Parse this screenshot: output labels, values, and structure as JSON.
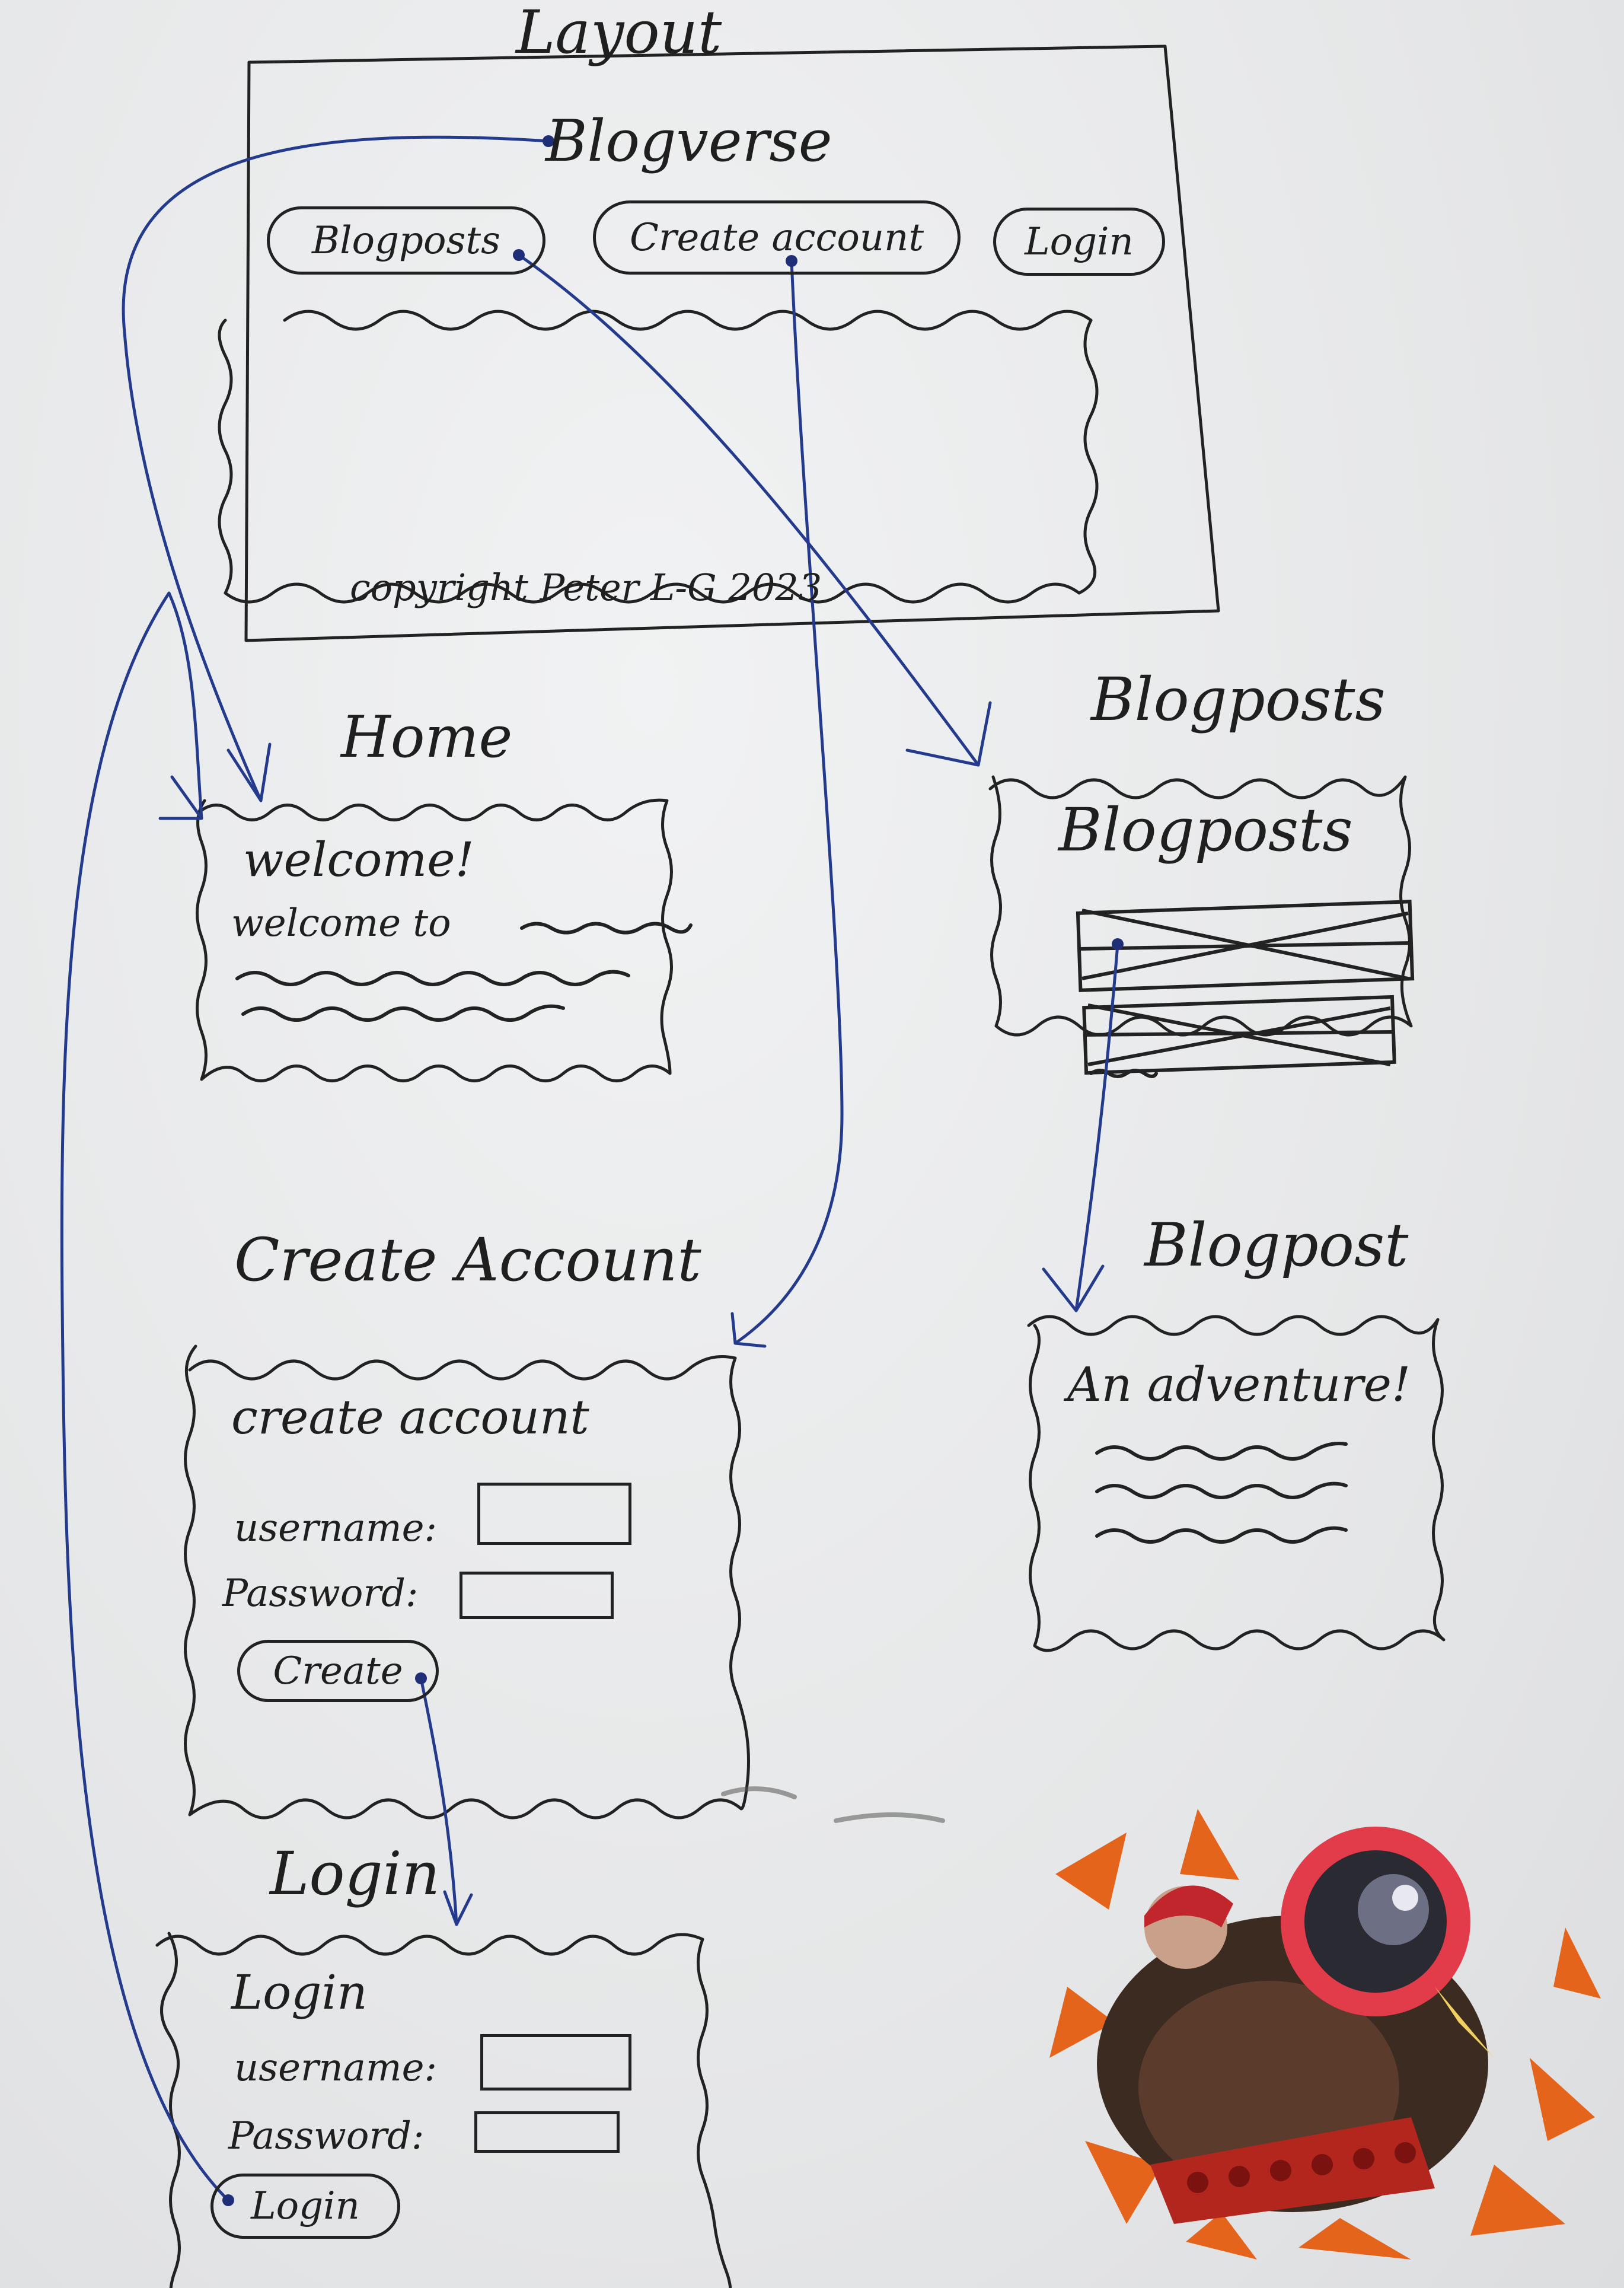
{
  "layout": {
    "frame_title": "Layout",
    "site_title": "Blogverse",
    "nav": [
      "Blogposts",
      "Create account",
      "Login"
    ],
    "footer": "copyright Peter L-G 2023"
  },
  "home": {
    "frame_title": "Home",
    "heading": "welcome!",
    "line": "welcome to"
  },
  "blogposts": {
    "frame_title": "Blogposts",
    "heading": "Blogposts"
  },
  "blogpost": {
    "frame_title": "Blogpost",
    "heading": "An adventure!"
  },
  "create_account": {
    "frame_title": "Create Account",
    "heading": "create account",
    "username_label": "username:",
    "password_label": "Password:",
    "button": "Create"
  },
  "login": {
    "frame_title": "Login",
    "heading": "Login",
    "username_label": "username:",
    "password_label": "Password:",
    "button": "Login"
  },
  "colors": {
    "ink": "#1f1f1f",
    "arrow": "#1e3a8a",
    "sticker_orange": "#e5641c"
  },
  "icons": {
    "sticker": "mario-strikers-sticker-icon"
  }
}
